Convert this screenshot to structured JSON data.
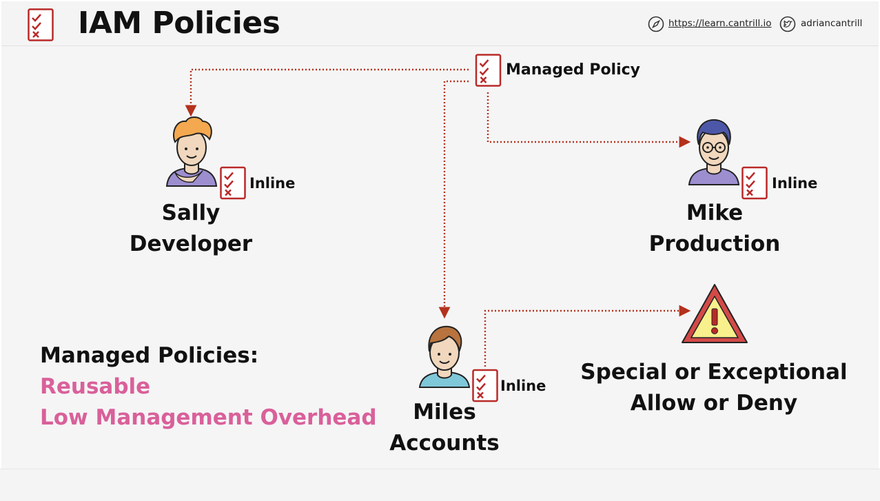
{
  "header": {
    "title": "IAM Policies",
    "site_url": "https://learn.cantrill.io",
    "twitter_handle": "adriancantrill"
  },
  "diagram": {
    "managed_policy_label": "Managed Policy",
    "users": [
      {
        "first": "Sally",
        "role": "Developer",
        "policy": "Inline"
      },
      {
        "first": "Mike",
        "role": "Production",
        "policy": "Inline"
      },
      {
        "first": "Miles",
        "role": "Accounts",
        "policy": "Inline"
      }
    ],
    "exception": {
      "line1": "Special or Exceptional",
      "line2": "Allow or Deny"
    }
  },
  "notes": {
    "heading": "Managed Policies:",
    "point1": "Reusable",
    "point2": "Low Management Overhead"
  },
  "colors": {
    "arrow": "#b3311d",
    "policy_icon": "#b82a28",
    "accent_pink": "#d9609a",
    "warning_fill": "#f7f08c",
    "warning_border": "#d24a48"
  }
}
